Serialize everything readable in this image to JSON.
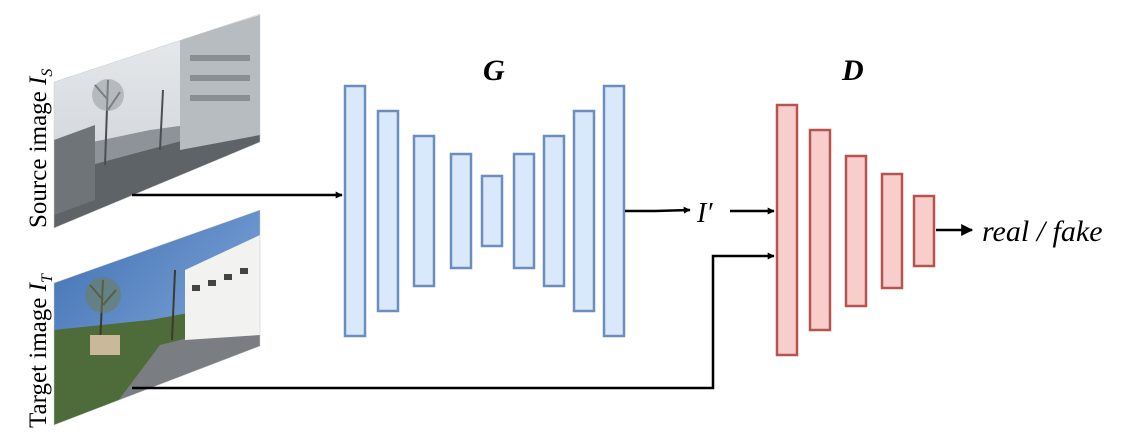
{
  "labels": {
    "generator": "G",
    "discriminator": "D",
    "source_image": "Source image",
    "source_symbol": "I",
    "source_subscript": "S",
    "target_image": "Target image",
    "target_symbol": "I",
    "target_subscript": "T",
    "generated": "I′",
    "output": "real / fake"
  },
  "colors": {
    "generator_fill": "#dae8fc",
    "generator_stroke": "#6c8ebf",
    "discriminator_fill": "#f8cecc",
    "discriminator_stroke": "#b85450",
    "arrow": "#000000"
  },
  "images": {
    "source": "grayscale street photo (source domain)",
    "target": "color street photo with blue sky (target domain)"
  }
}
